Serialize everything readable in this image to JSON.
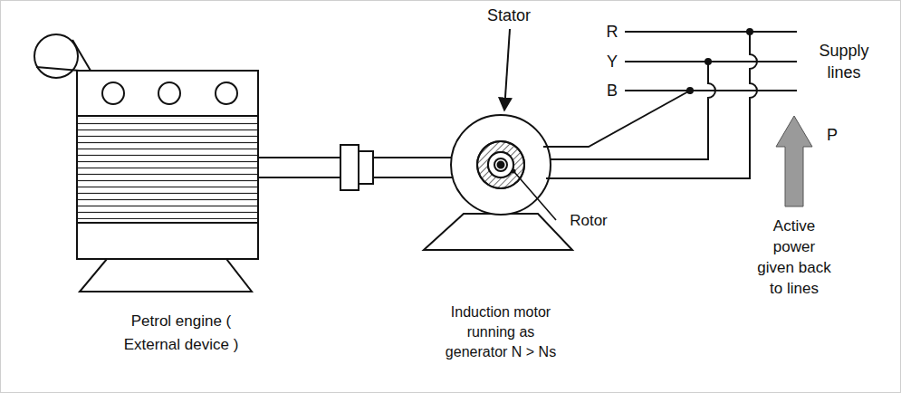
{
  "diagram": {
    "labels": [
      "Stator",
      "R",
      "Y",
      "B",
      "Supply lines",
      "Rotor",
      "P",
      "Active power given back to lines",
      "Petrol engine ( External device )",
      "Induction motor running as generator N > Ns"
    ]
  }
}
